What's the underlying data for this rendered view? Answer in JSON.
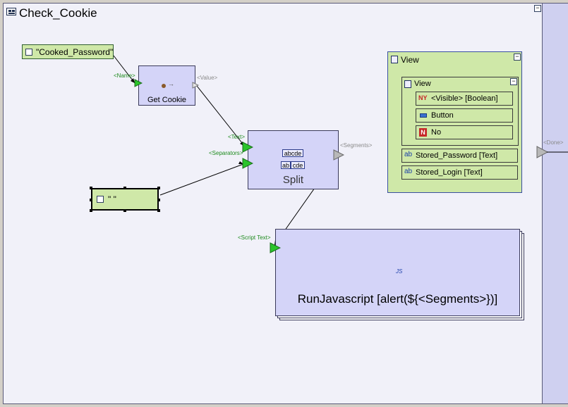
{
  "page": {
    "title": "Check_Cookie"
  },
  "constants": {
    "cooked_password": "\"Cooked_Password\"",
    "separator": "\" \""
  },
  "get_cookie": {
    "label": "Get Cookie",
    "input_name": "<Name>",
    "output_value": "<Value>"
  },
  "split": {
    "label": "Split",
    "icon_text_top": "abcde",
    "icon_text_bottom_left": "ab",
    "icon_text_bottom_right": "cde",
    "input_text": "<Text>",
    "input_separators": "<Separators>",
    "output_segments": "<Segments>"
  },
  "run_js": {
    "label": "RunJavascript [alert(${<Segments>})]",
    "icon_text": "JS",
    "input_script_text": "<Script Text>"
  },
  "view_outer": {
    "title": "View",
    "rows": [
      "Stored_Password [Text]",
      "Stored_Login [Text]"
    ]
  },
  "view_inner": {
    "title": "View",
    "rows": [
      "<Visible> [Boolean]",
      "Button",
      "No"
    ],
    "row_icons": [
      "NY",
      "",
      "N"
    ]
  },
  "done_port": "<Done>",
  "colors": {
    "port_green": "#2bc42b",
    "port_grey": "#b8b8b8",
    "constant_bg": "#cfe8a8",
    "action_bg": "#d4d4f8",
    "canvas_bg": "#f1f1f9"
  }
}
